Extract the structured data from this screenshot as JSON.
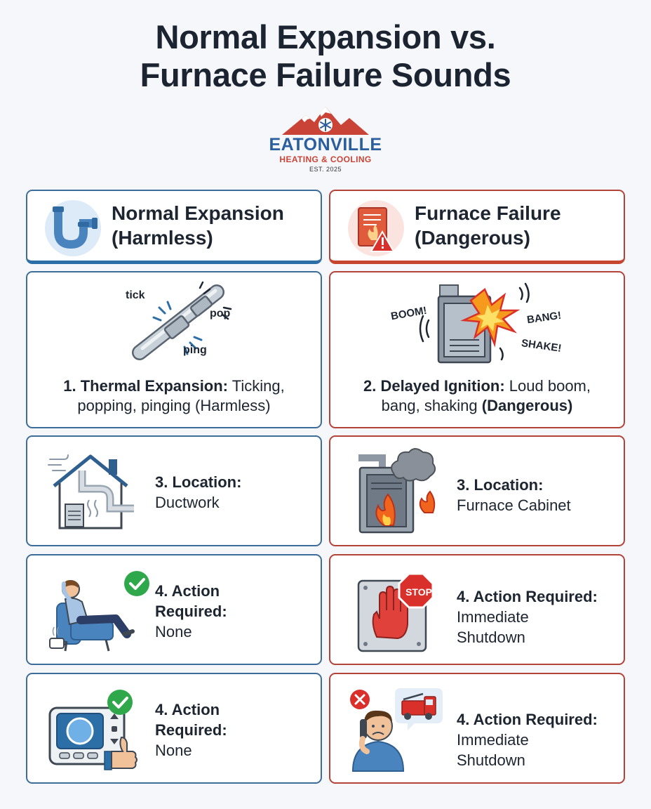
{
  "title": {
    "line1": "Normal Expansion vs.",
    "line2": "Furnace Failure Sounds"
  },
  "logo": {
    "name": "EATONVILLE",
    "tagline": "HEATING & COOLING",
    "est": "EST. 2025"
  },
  "colors": {
    "blue": "#2c6fa7",
    "red": "#c5452f",
    "green": "#2ea84a"
  },
  "left": {
    "header": {
      "line1": "Normal Expansion",
      "line2": "(Harmless)",
      "icon": "pipe-icon"
    },
    "thermal": {
      "sounds": [
        "tick",
        "pop",
        "ping"
      ],
      "label": "1. Thermal Expansion:",
      "rest1": " Ticking,",
      "line2": "popping, pinging (Harmless)",
      "icon": "pipe-joint-icon"
    },
    "location": {
      "label": "3. Location:",
      "value": "Ductwork",
      "icon": "house-ductwork-icon"
    },
    "action1": {
      "line1": "4. Action",
      "line2": "Required:",
      "value": "None",
      "icon": "relaxing-person-icon"
    },
    "action2": {
      "line1": "4. Action",
      "line2": "Required:",
      "value": "None",
      "icon": "thermostat-thumbs-up-icon"
    }
  },
  "right": {
    "header": {
      "line1": "Furnace Failure",
      "line2": "(Dangerous)",
      "icon": "warning-document-icon"
    },
    "ignition": {
      "sounds": [
        "BOOM!",
        "BANG!",
        "SHAKE!"
      ],
      "label": "2. Delayed Ignition:",
      "rest1": " Loud boom,",
      "line2a": "bang, shaking ",
      "line2b": "(Dangerous)",
      "icon": "furnace-explosion-icon"
    },
    "location": {
      "label": "3. Location:",
      "value": "Furnace Cabinet",
      "icon": "furnace-fire-icon"
    },
    "action1": {
      "line1": "4. Action Required:",
      "line2": "Immediate",
      "line3": "Shutdown",
      "stop": "STOP",
      "icon": "stop-hand-icon"
    },
    "action2": {
      "line1": "4. Action Required:",
      "line2": "Immediate",
      "line3": "Shutdown",
      "icon": "phone-call-fire-truck-icon"
    }
  }
}
